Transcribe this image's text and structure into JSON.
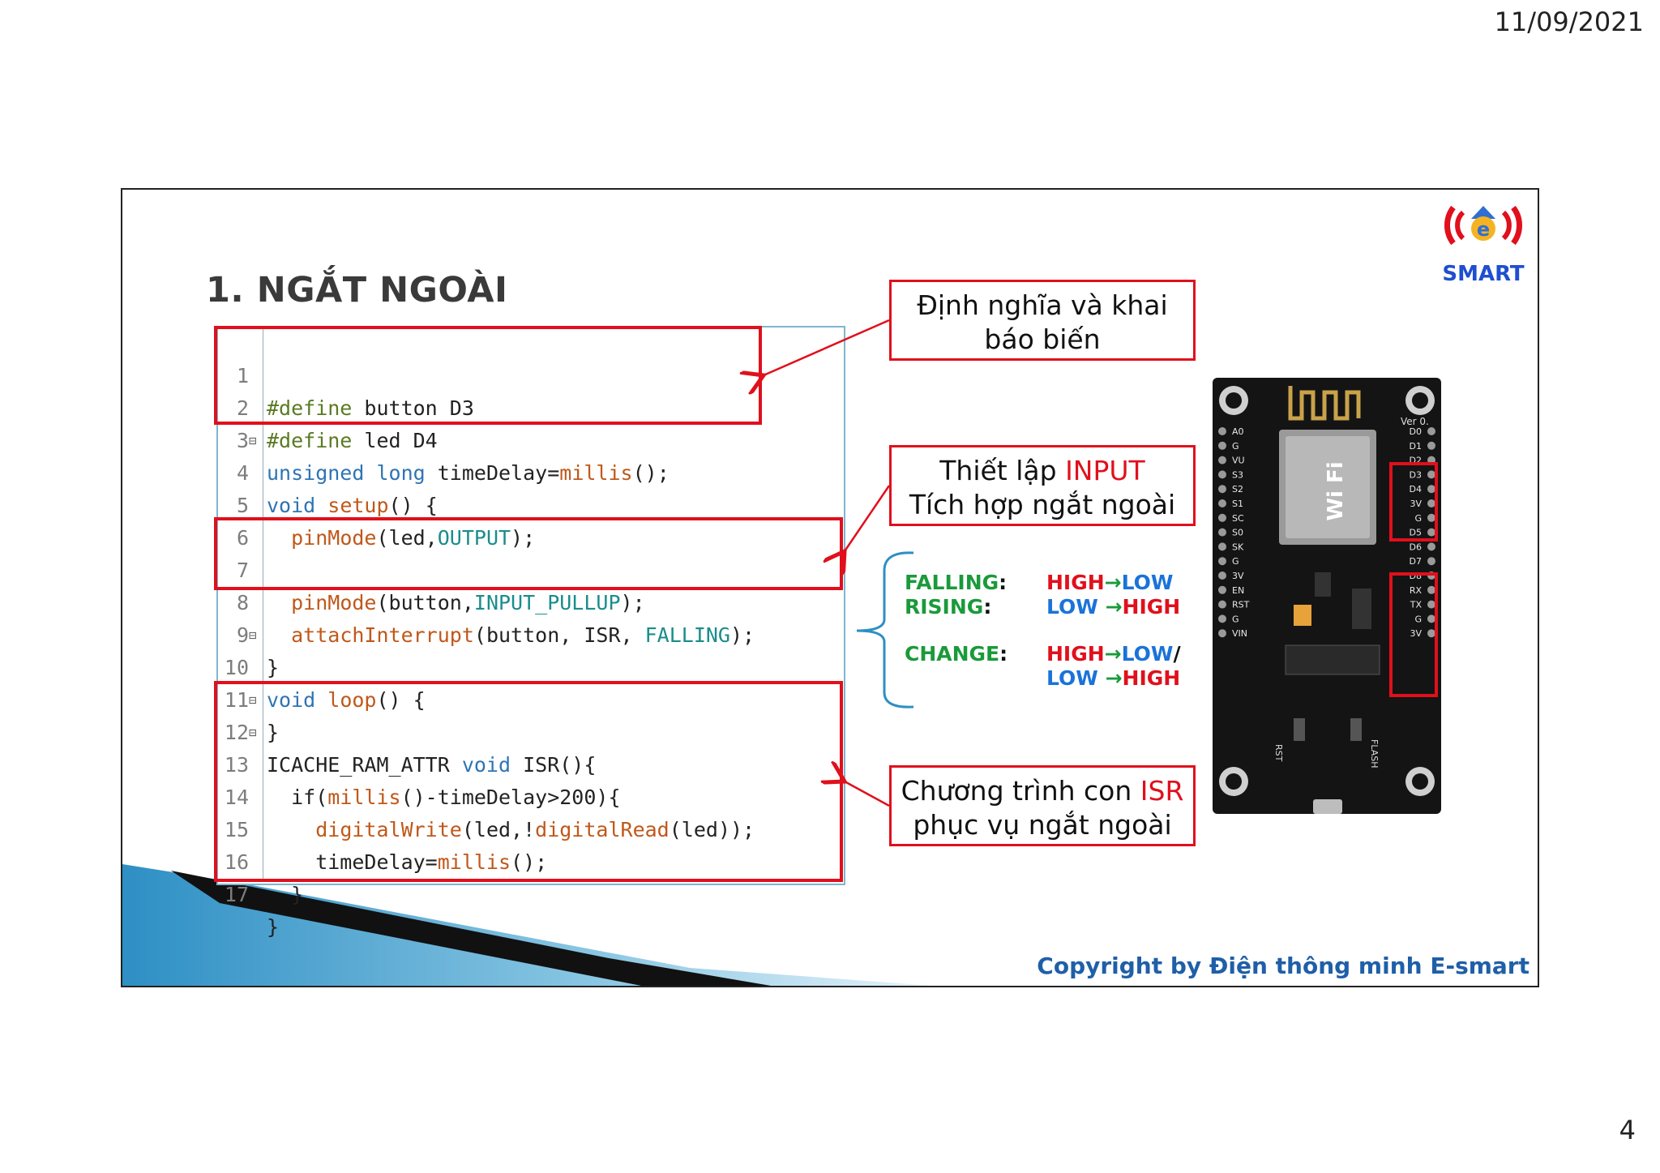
{
  "header": {
    "date": "11/09/2021",
    "page_number": "4"
  },
  "slide": {
    "title": "1. NGẮT NGOÀI",
    "copyright": "Copyright by Điện thông minh E-smart",
    "logo_text": "SMART"
  },
  "code": {
    "lines": [
      {
        "n": "1",
        "fold": ""
      },
      {
        "n": "2",
        "fold": ""
      },
      {
        "n": "3",
        "fold": ""
      },
      {
        "n": "4",
        "fold": "⊟"
      },
      {
        "n": "5",
        "fold": ""
      },
      {
        "n": "6",
        "fold": ""
      },
      {
        "n": "7",
        "fold": ""
      },
      {
        "n": "8",
        "fold": ""
      },
      {
        "n": "9",
        "fold": ""
      },
      {
        "n": "10",
        "fold": "⊟"
      },
      {
        "n": "11",
        "fold": ""
      },
      {
        "n": "12",
        "fold": "⊟"
      },
      {
        "n": "13",
        "fold": "⊟"
      },
      {
        "n": "14",
        "fold": ""
      },
      {
        "n": "15",
        "fold": ""
      },
      {
        "n": "16",
        "fold": ""
      },
      {
        "n": "17",
        "fold": ""
      }
    ],
    "tokens": {
      "l1a": "#define",
      "l1b": " button D3",
      "l2a": "#define",
      "l2b": " led D4",
      "l3a": "unsigned",
      "l3b": " ",
      "l3c": "long",
      "l3d": " timeDelay=",
      "l3e": "millis",
      "l3f": "();",
      "l4a": "void",
      "l4b": " ",
      "l4c": "setup",
      "l4d": "() {",
      "l5a": "  ",
      "l5b": "pinMode",
      "l5c": "(led,",
      "l5d": "OUTPUT",
      "l5e": ");",
      "l7a": "  ",
      "l7b": "pinMode",
      "l7c": "(button,",
      "l7d": "INPUT_PULLUP",
      "l7e": ");",
      "l8a": "  ",
      "l8b": "attachInterrupt",
      "l8c": "(button, ISR, ",
      "l8d": "FALLING",
      "l8e": ");",
      "l9a": "}",
      "l10a": "void",
      "l10b": " ",
      "l10c": "loop",
      "l10d": "() {",
      "l11a": "}",
      "l12a": "ICACHE_RAM_ATTR ",
      "l12b": "void",
      "l12c": " ISR(){",
      "l13a": "  if(",
      "l13b": "millis",
      "l13c": "()-timeDelay>200){",
      "l14a": "    ",
      "l14b": "digitalWrite",
      "l14c": "(led,!",
      "l14d": "digitalRead",
      "l14e": "(led));",
      "l15a": "    timeDelay=",
      "l15b": "millis",
      "l15c": "();",
      "l16a": "  }",
      "l17a": "}"
    }
  },
  "callouts": {
    "c1_line1": "Định nghĩa và khai",
    "c1_line2": "báo biến",
    "c2_line1a": "Thiết lập ",
    "c2_line1b": "INPUT",
    "c2_line2": "Tích hợp ngắt ngoài",
    "c3_line1a": "Chương trình con ",
    "c3_line1b": "ISR",
    "c3_line2": "phục vụ ngắt ngoài"
  },
  "edge_modes": {
    "falling_label": "FALLING",
    "falling_colon": ":",
    "falling_from": "HIGH",
    "arrow": "→",
    "falling_to": "LOW",
    "rising_label": "RISING",
    "rising_colon": ":",
    "rising_from": "LOW ",
    "rising_to": "HIGH",
    "change_label": "CHANGE",
    "change_colon": ":",
    "change_from1": "HIGH",
    "change_to1": "LOW",
    "slash": "/",
    "change_from2": "LOW ",
    "change_to2": "HIGH"
  },
  "board": {
    "left_pins": [
      "A0",
      "G",
      "VU",
      "S3",
      "S2",
      "S1",
      "SC",
      "S0",
      "SK",
      "G",
      "3V",
      "EN",
      "RST",
      "G",
      "VIN"
    ],
    "right_pins": [
      "D0",
      "D1",
      "D2",
      "D3",
      "D4",
      "3V",
      "G",
      "D5",
      "D6",
      "D7",
      "D8",
      "RX",
      "TX",
      "G",
      "3V"
    ],
    "module_label": "Wi Fi",
    "version_label": "Ver 0.",
    "rst_label": "RST",
    "flash_label": "FLASH"
  },
  "colors": {
    "highlight_red": "#e0101c",
    "accent_blue": "#1f5fa8",
    "edge_green": "#1a9a3a",
    "edge_blue": "#1a73d9"
  }
}
